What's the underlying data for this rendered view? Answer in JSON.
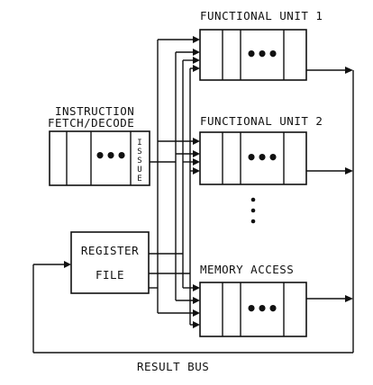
{
  "labels": {
    "fu1": "FUNCTIONAL UNIT 1",
    "fu2": "FUNCTIONAL UNIT 2",
    "mem": "MEMORY ACCESS",
    "ifd1": "INSTRUCTION",
    "ifd2": "FETCH/DECODE",
    "issue": [
      "I",
      "S",
      "S",
      "U",
      "E"
    ],
    "reg1": "REGISTER",
    "reg2": "FILE",
    "bus": "RESULT BUS",
    "ellipsis": "•••"
  }
}
